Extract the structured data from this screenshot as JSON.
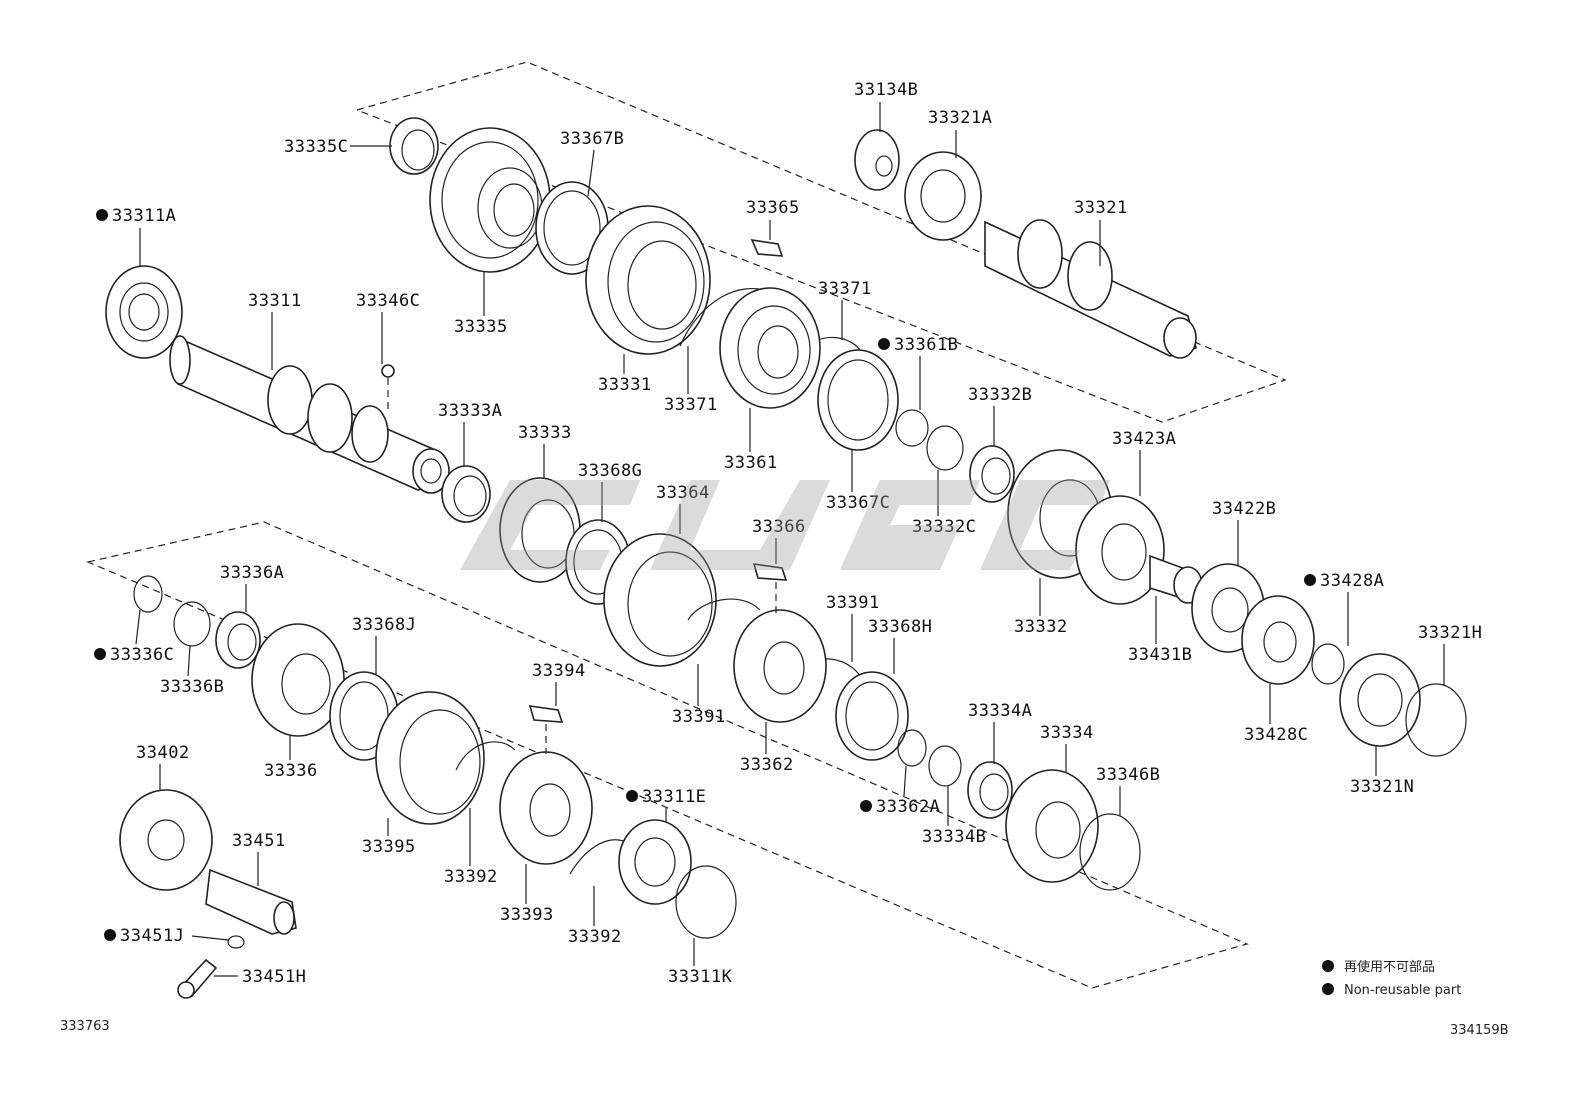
{
  "parts": [
    {
      "id": "33335C",
      "nr": false
    },
    {
      "id": "33367B",
      "nr": false
    },
    {
      "id": "33134B",
      "nr": false
    },
    {
      "id": "33321A",
      "nr": false
    },
    {
      "id": "33365",
      "nr": false
    },
    {
      "id": "33321",
      "nr": false
    },
    {
      "id": "33311A",
      "nr": true
    },
    {
      "id": "33311",
      "nr": false
    },
    {
      "id": "33346C",
      "nr": false
    },
    {
      "id": "33335",
      "nr": false
    },
    {
      "id": "33371",
      "nr": false
    },
    {
      "id": "33361B",
      "nr": true
    },
    {
      "id": "33331",
      "nr": false
    },
    {
      "id": "33371",
      "nr": false
    },
    {
      "id": "33332B",
      "nr": false
    },
    {
      "id": "33361",
      "nr": false
    },
    {
      "id": "33423A",
      "nr": false
    },
    {
      "id": "33333A",
      "nr": false
    },
    {
      "id": "33333",
      "nr": false
    },
    {
      "id": "33367C",
      "nr": false
    },
    {
      "id": "33332C",
      "nr": false
    },
    {
      "id": "33368G",
      "nr": false
    },
    {
      "id": "33364",
      "nr": false
    },
    {
      "id": "33422B",
      "nr": false
    },
    {
      "id": "33366",
      "nr": false
    },
    {
      "id": "33336A",
      "nr": false
    },
    {
      "id": "33428A",
      "nr": true
    },
    {
      "id": "33332",
      "nr": false
    },
    {
      "id": "33391",
      "nr": false
    },
    {
      "id": "33368J",
      "nr": false
    },
    {
      "id": "33368H",
      "nr": false
    },
    {
      "id": "33431B",
      "nr": false
    },
    {
      "id": "33336C",
      "nr": true
    },
    {
      "id": "33321H",
      "nr": false
    },
    {
      "id": "33336B",
      "nr": false
    },
    {
      "id": "33394",
      "nr": false
    },
    {
      "id": "33391",
      "nr": false
    },
    {
      "id": "33334A",
      "nr": false
    },
    {
      "id": "33428C",
      "nr": false
    },
    {
      "id": "33402",
      "nr": false
    },
    {
      "id": "33362",
      "nr": false
    },
    {
      "id": "33334",
      "nr": false
    },
    {
      "id": "33336",
      "nr": false
    },
    {
      "id": "33311E",
      "nr": true
    },
    {
      "id": "33346B",
      "nr": false
    },
    {
      "id": "33321N",
      "nr": false
    },
    {
      "id": "33451",
      "nr": false
    },
    {
      "id": "33395",
      "nr": false
    },
    {
      "id": "33362A",
      "nr": true
    },
    {
      "id": "33334B",
      "nr": false
    },
    {
      "id": "33392",
      "nr": false
    },
    {
      "id": "33393",
      "nr": false
    },
    {
      "id": "33451J",
      "nr": true
    },
    {
      "id": "33392",
      "nr": false
    },
    {
      "id": "33311K",
      "nr": false
    },
    {
      "id": "33451H",
      "nr": false
    }
  ],
  "legend": {
    "line1": "再使用不可部品",
    "line2": "Non-reusable part"
  },
  "codes": {
    "left": "333763",
    "right": "334159B"
  },
  "colors": {
    "ink": "#222222",
    "watermark": "#9a9a9a"
  }
}
